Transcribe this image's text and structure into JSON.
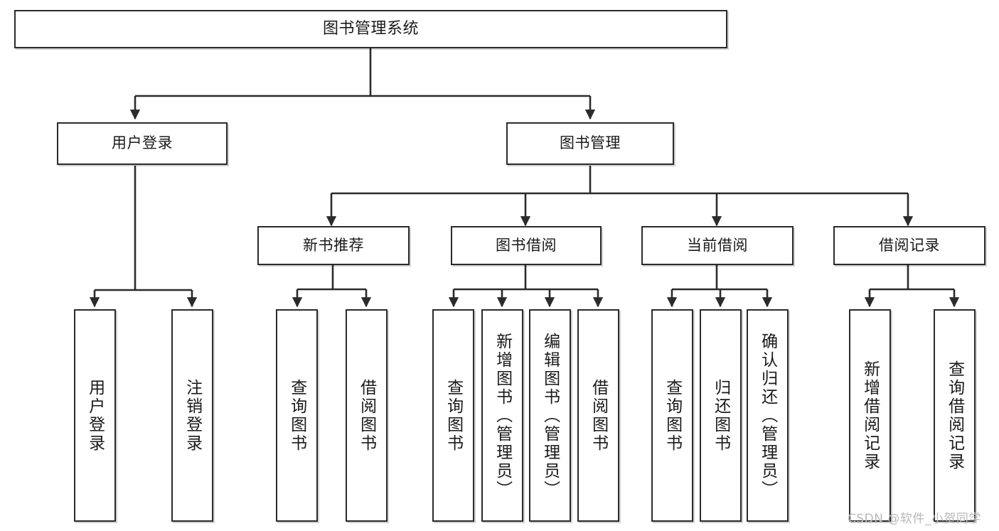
{
  "diagram": {
    "title": "图书管理系统",
    "type": "功能结构图",
    "watermark": "CSDN @软件_小贺同学",
    "colors": {
      "box_border": "#2b2b2b",
      "box_fill": "#ffffff",
      "line": "#2b2b2b",
      "text": "#1a1a1a",
      "watermark": "#b9b9b9",
      "background": "#ffffff"
    },
    "nodes": {
      "root": {
        "label": "图书管理系统"
      },
      "level2": [
        {
          "id": "user-login",
          "label": "用户登录"
        },
        {
          "id": "book-manage",
          "label": "图书管理"
        }
      ],
      "level3": [
        {
          "id": "new-book-rec",
          "label": "新书推荐"
        },
        {
          "id": "book-borrow",
          "label": "图书借阅"
        },
        {
          "id": "current-borrow",
          "label": "当前借阅"
        },
        {
          "id": "borrow-record",
          "label": "借阅记录"
        }
      ],
      "leaves": {
        "user-login": [
          {
            "id": "leaf-user-login",
            "label": "用户登录"
          },
          {
            "id": "leaf-logout",
            "label": "注销登录"
          }
        ],
        "new-book-rec": [
          {
            "id": "leaf-query-book-1",
            "label": "查询图书"
          },
          {
            "id": "leaf-borrow-book-1",
            "label": "借阅图书"
          }
        ],
        "book-borrow": [
          {
            "id": "leaf-query-book-2",
            "label": "查询图书"
          },
          {
            "id": "leaf-add-book",
            "label": "新增图书（管理员）"
          },
          {
            "id": "leaf-edit-book",
            "label": "编辑图书（管理员）"
          },
          {
            "id": "leaf-borrow-book-2",
            "label": "借阅图书"
          }
        ],
        "current-borrow": [
          {
            "id": "leaf-query-book-3",
            "label": "查询图书"
          },
          {
            "id": "leaf-return-book",
            "label": "归还图书"
          },
          {
            "id": "leaf-confirm-return",
            "label": "确认归还（管理员）"
          }
        ],
        "borrow-record": [
          {
            "id": "leaf-add-record",
            "label": "新增借阅记录"
          },
          {
            "id": "leaf-query-record",
            "label": "查询借阅记录"
          }
        ]
      }
    }
  }
}
